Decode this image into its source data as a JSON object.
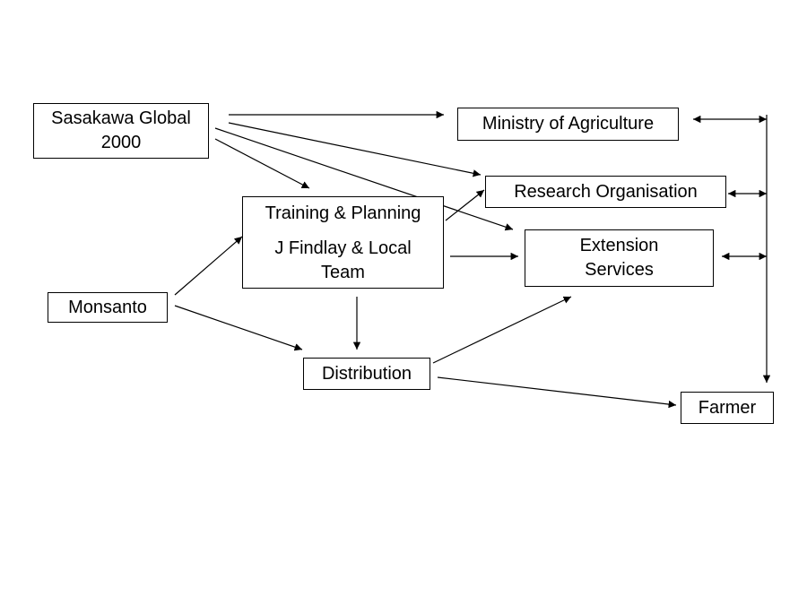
{
  "nodes": {
    "sasakawa": [
      "Sasakawa Global",
      "2000"
    ],
    "ministry": [
      "Ministry of Agriculture"
    ],
    "research": [
      "Research Organisation"
    ],
    "training": [
      "Training & Planning",
      "J Findlay & Local",
      "Team"
    ],
    "extension": [
      "Extension",
      "Services"
    ],
    "monsanto": [
      "Monsanto"
    ],
    "distribution": [
      "Distribution"
    ],
    "farmer": [
      "Farmer"
    ]
  },
  "edges": [
    {
      "from": "sasakawa",
      "to": "ministry"
    },
    {
      "from": "sasakawa",
      "to": "research"
    },
    {
      "from": "sasakawa",
      "to": "extension"
    },
    {
      "from": "sasakawa",
      "to": "training"
    },
    {
      "from": "training",
      "to": "research"
    },
    {
      "from": "training",
      "to": "extension"
    },
    {
      "from": "training",
      "to": "distribution"
    },
    {
      "from": "monsanto",
      "to": "training"
    },
    {
      "from": "monsanto",
      "to": "distribution"
    },
    {
      "from": "distribution",
      "to": "extension"
    },
    {
      "from": "distribution",
      "to": "farmer"
    },
    {
      "from": "ministry",
      "to": "farmer",
      "bidirectional_with": [
        "ministry",
        "research",
        "extension"
      ]
    }
  ]
}
